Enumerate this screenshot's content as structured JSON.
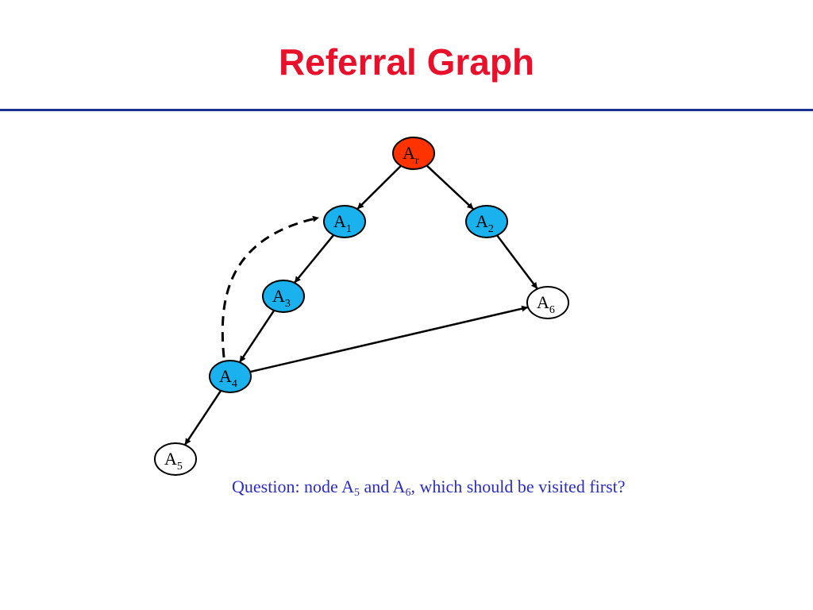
{
  "slide": {
    "title": "Referral Graph",
    "colors": {
      "title": "#e8102a",
      "rule": "#1f2f8f",
      "question": "#2b2bc7",
      "requester_fill": "#ff3300",
      "visited_fill": "#19b2ee",
      "unvisited_fill": "#ffffff",
      "edge": "#000000"
    }
  },
  "graph": {
    "nodes": [
      {
        "id": "AR",
        "base": "A",
        "sub": "r",
        "state": "requester"
      },
      {
        "id": "A1",
        "base": "A",
        "sub": "1",
        "state": "visited"
      },
      {
        "id": "A2",
        "base": "A",
        "sub": "2",
        "state": "visited"
      },
      {
        "id": "A3",
        "base": "A",
        "sub": "3",
        "state": "visited"
      },
      {
        "id": "A4",
        "base": "A",
        "sub": "4",
        "state": "visited"
      },
      {
        "id": "A5",
        "base": "A",
        "sub": "5",
        "state": "unvisited"
      },
      {
        "id": "A6",
        "base": "A",
        "sub": "6",
        "state": "unvisited"
      }
    ],
    "edges": [
      {
        "from": "AR",
        "to": "A1",
        "style": "solid"
      },
      {
        "from": "AR",
        "to": "A2",
        "style": "solid"
      },
      {
        "from": "A2",
        "to": "A6",
        "style": "solid"
      },
      {
        "from": "A1",
        "to": "A3",
        "style": "solid"
      },
      {
        "from": "A3",
        "to": "A4",
        "style": "solid"
      },
      {
        "from": "A4",
        "to": "A6",
        "style": "solid"
      },
      {
        "from": "A4",
        "to": "A5",
        "style": "solid"
      },
      {
        "from": "A4",
        "to": "A1",
        "style": "dashed"
      }
    ]
  },
  "question": {
    "part1": "Question: node A",
    "sub1": "5",
    "part2": " and A",
    "sub2": "6",
    "part3": ", which should be visited first?"
  }
}
